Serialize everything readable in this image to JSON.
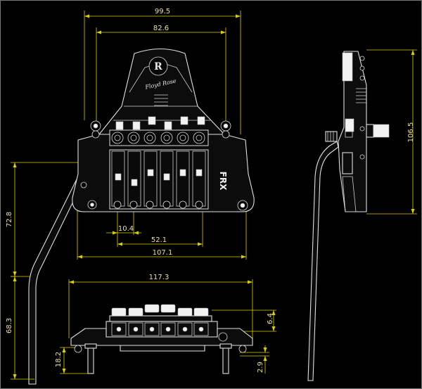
{
  "diagram": {
    "dimensions": {
      "top_overall_width": "99.5",
      "top_post_spacing": "82.6",
      "string_spacing": "10.4",
      "outer_string_span": "52.1",
      "plate_width": "107.1",
      "arm_length": "72.8",
      "front_overall_width": "117.3",
      "front_height_top": "6.4",
      "front_height_below": "68.3",
      "post_depth": "18.2",
      "post_gap": "2.9",
      "side_height": "106.5"
    },
    "markings": {
      "logo": "R",
      "signature": "Floyd Rose",
      "model": "FRX"
    },
    "colors": {
      "background": "#000000",
      "dimension_lines": "#d8d000",
      "part_outline": "#e0e0e0"
    }
  }
}
